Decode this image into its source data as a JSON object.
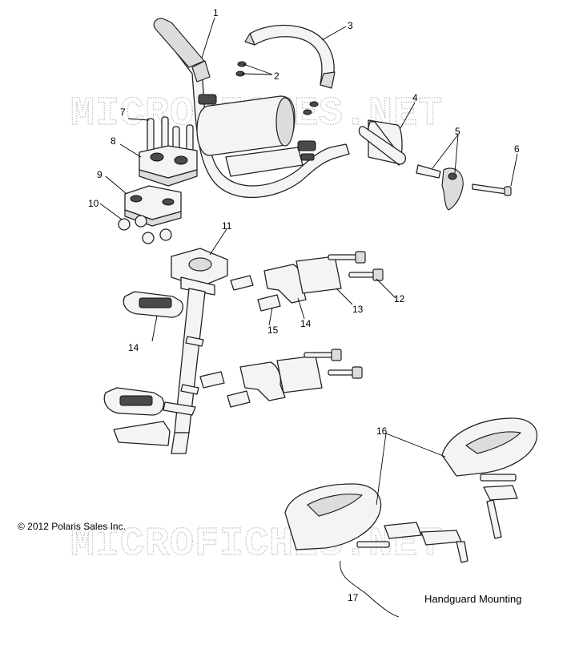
{
  "watermark": "MICROFICHES.NET",
  "copyright": "© 2012 Polaris Sales Inc.",
  "section_caption": "Handguard Mounting",
  "callouts": [
    {
      "id": "1",
      "label": "1"
    },
    {
      "id": "2",
      "label": "2"
    },
    {
      "id": "3",
      "label": "3"
    },
    {
      "id": "4",
      "label": "4"
    },
    {
      "id": "5",
      "label": "5"
    },
    {
      "id": "6",
      "label": "6"
    },
    {
      "id": "7",
      "label": "7"
    },
    {
      "id": "8",
      "label": "8"
    },
    {
      "id": "9",
      "label": "9"
    },
    {
      "id": "10",
      "label": "10"
    },
    {
      "id": "11",
      "label": "11"
    },
    {
      "id": "12",
      "label": "12"
    },
    {
      "id": "13",
      "label": "13"
    },
    {
      "id": "14a",
      "label": "14"
    },
    {
      "id": "14b",
      "label": "14"
    },
    {
      "id": "15",
      "label": "15"
    },
    {
      "id": "16",
      "label": "16"
    },
    {
      "id": "17",
      "label": "17"
    }
  ]
}
